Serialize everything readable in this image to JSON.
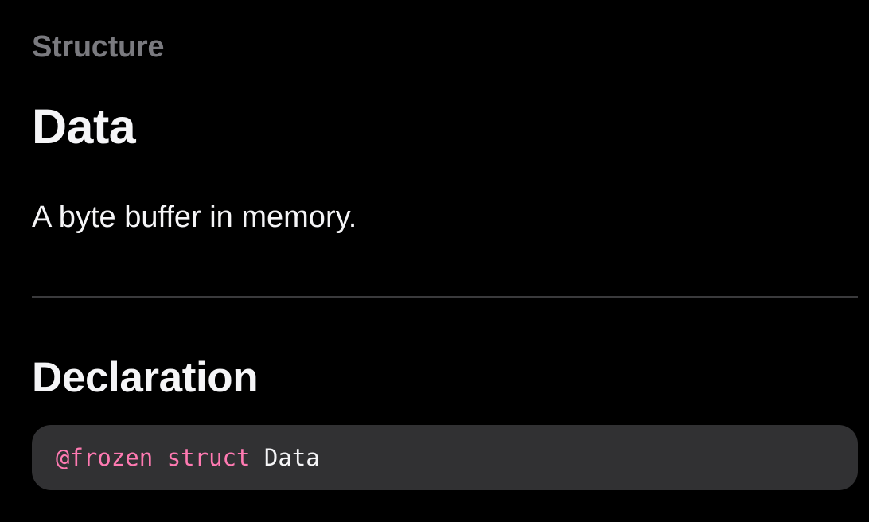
{
  "eyebrow": "Structure",
  "title": "Data",
  "abstract": "A byte buffer in memory.",
  "declaration": {
    "heading": "Declaration",
    "attribute": "@frozen",
    "keyword": "struct",
    "name": "Data"
  },
  "colors": {
    "background": "#000000",
    "eyebrow": "#7a7a7f",
    "text": "#f5f5f7",
    "divider": "#3a3a3c",
    "code_background": "#313133",
    "keyword": "#ff7ab2"
  }
}
